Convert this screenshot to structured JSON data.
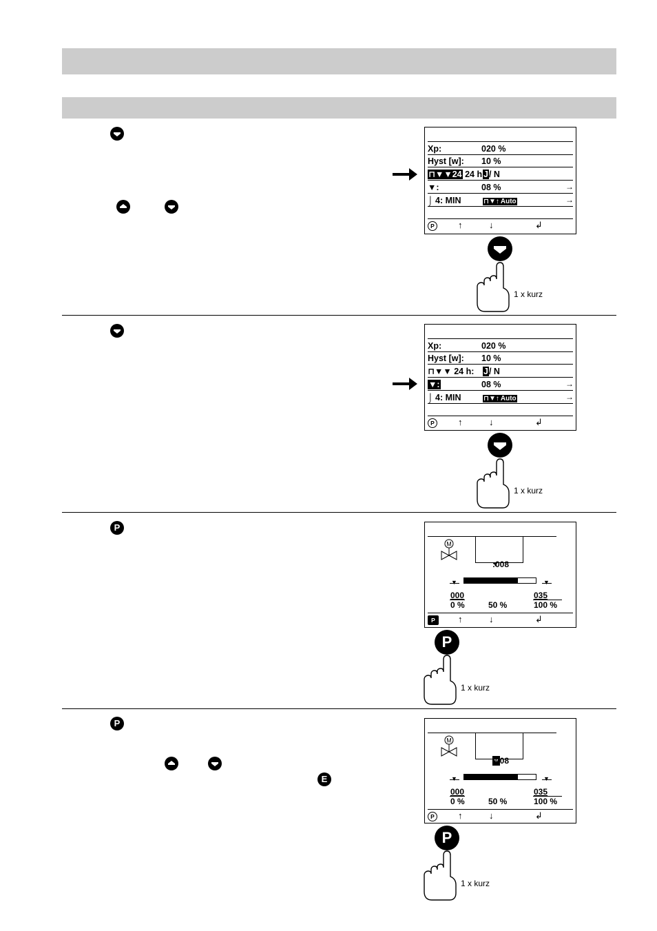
{
  "icons": {
    "down": "arrow-down-key-icon",
    "up": "arrow-up-key-icon",
    "p": "p-key-icon",
    "e": "e-key-icon"
  },
  "key_labels": {
    "p": "P",
    "e": "E"
  },
  "params": {
    "xp_label": "Xp:",
    "xp_value": "020 %",
    "hyst_label": "Hyst [w]:",
    "hyst_value": "10 %",
    "h24_label": "24 h:",
    "h24_j": "J",
    "h24_sep": "/ N",
    "valve_label": ":",
    "valve_value": "08 %",
    "min_label": "4: MIN",
    "auto": "Auto",
    "arrow": "→"
  },
  "softkeys": {
    "p": "P",
    "up": "↑",
    "down": "↓",
    "enter": "↲"
  },
  "valve_screen": {
    "motor": "M",
    "position": ":008",
    "min_top": "000",
    "min_bottom": "0 %",
    "mid": "50 %",
    "max_top": "035",
    "max_bottom": "100 %",
    "fill_fraction": 0.75
  },
  "press_label": "1 x kurz",
  "colors": {
    "band": "#cccccc",
    "ink": "#000000"
  }
}
